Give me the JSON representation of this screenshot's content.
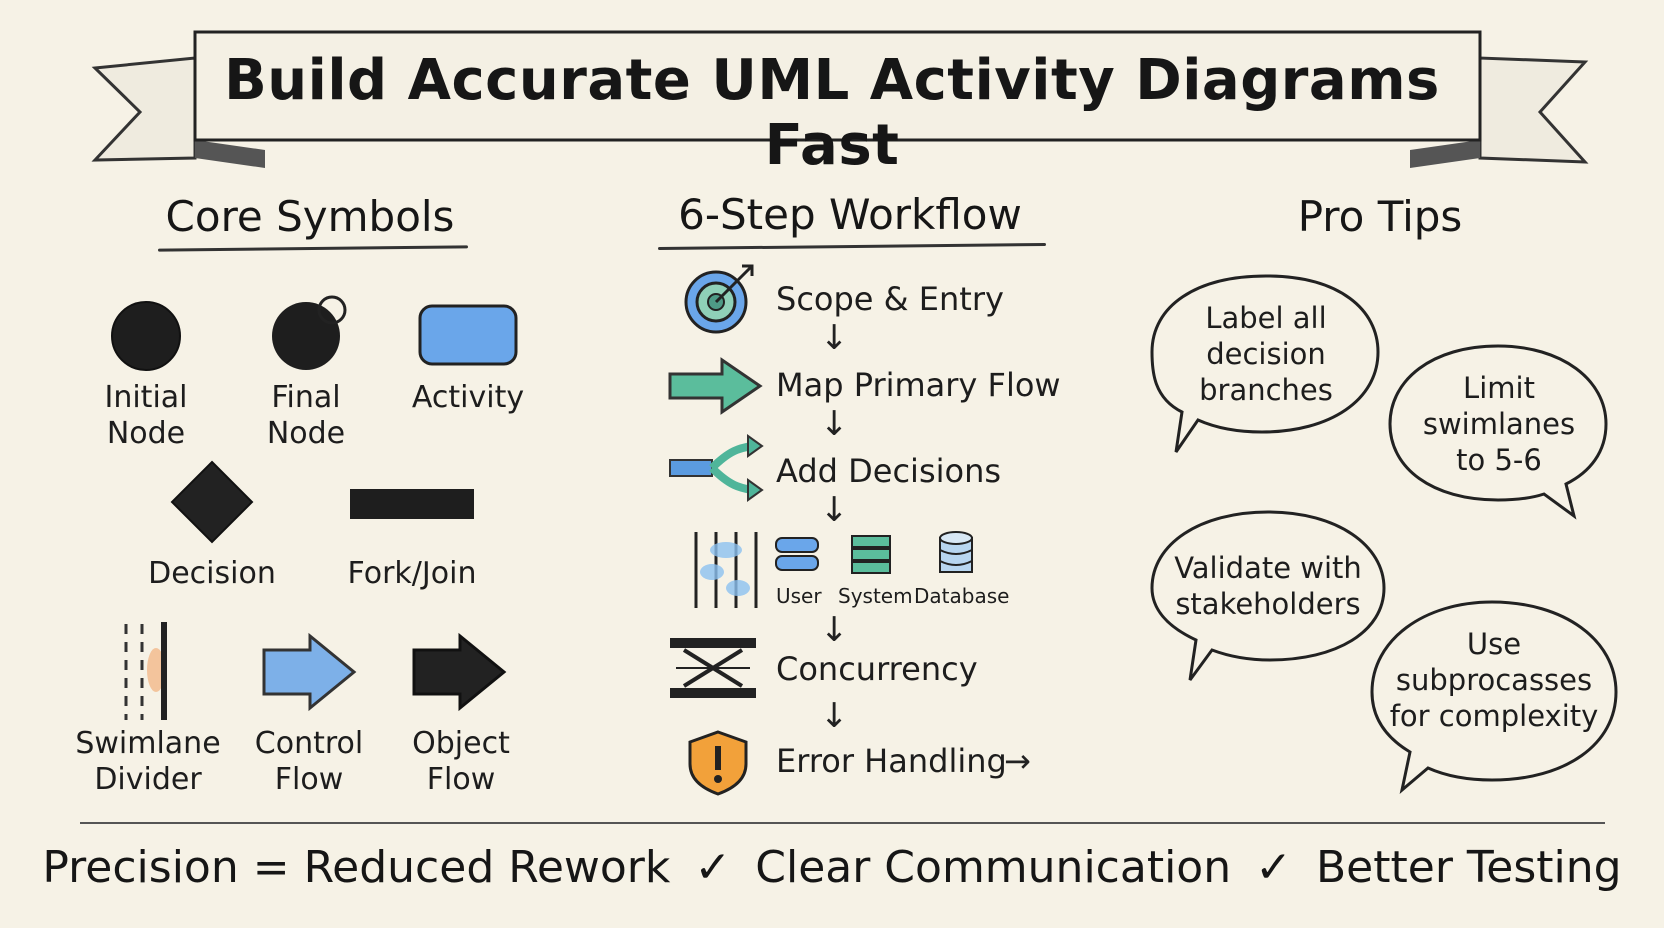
{
  "title": "Build Accurate UML Activity Diagrams Fast",
  "sections": {
    "symbols": "Core Symbols",
    "workflow": "6-Step Workflow",
    "tips": "Pro Tips"
  },
  "symbols": [
    {
      "label": "Initial\nNode",
      "icon": "initial-node-icon"
    },
    {
      "label": "Final\nNode",
      "icon": "final-node-icon"
    },
    {
      "label": "Activity",
      "icon": "activity-icon"
    },
    {
      "label": "Decision",
      "icon": "decision-icon"
    },
    {
      "label": "Fork/Join",
      "icon": "fork-join-icon"
    },
    {
      "label": "Swimlane\nDivider",
      "icon": "swimlane-divider-icon"
    },
    {
      "label": "Control\nFlow",
      "icon": "control-flow-icon"
    },
    {
      "label": "Object\nFlow",
      "icon": "object-flow-icon"
    }
  ],
  "workflow": [
    {
      "label": "Scope & Entry",
      "icon": "target-icon"
    },
    {
      "label": "Map Primary Flow",
      "icon": "right-arrow-icon"
    },
    {
      "label": "Add Decisions",
      "icon": "branch-icon"
    },
    {
      "label": "User",
      "icon": "swimlane-icon"
    },
    {
      "label": "System",
      "icon": "server-icon"
    },
    {
      "label": "Database",
      "icon": "database-icon"
    },
    {
      "label": "Concurrency",
      "icon": "concurrency-icon"
    },
    {
      "label": "Error Handling",
      "icon": "warning-shield-icon"
    }
  ],
  "tips": [
    "Label all\ndecision\nbranches",
    "Limit\nswimlanes\nto 5-6",
    "Validate with\nstakeholders",
    "Use\nsubprocasses\nfor complexity"
  ],
  "footer": {
    "part1": "Precision = Reduced Rework",
    "part2": "Clear Communication",
    "part3": "Better Testing",
    "check": "✓"
  },
  "colors": {
    "background": "#f6f2e6",
    "blue": "#5b9be0",
    "teal": "#4fb59a",
    "orange": "#f0a030",
    "ink": "#1b1b1b"
  }
}
